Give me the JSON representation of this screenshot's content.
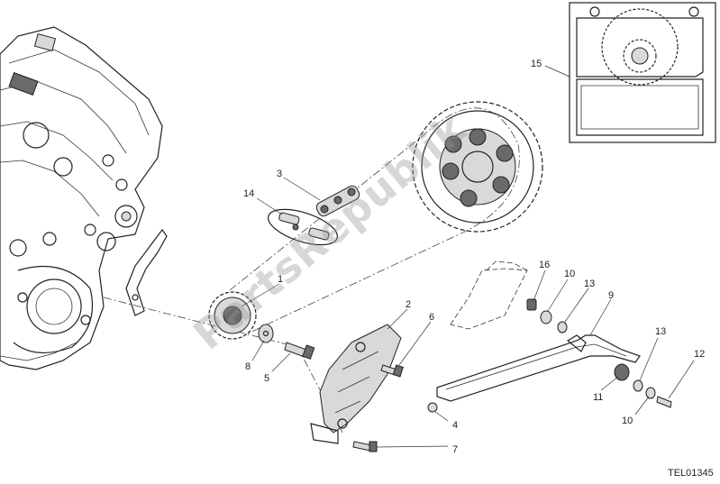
{
  "diagram": {
    "drawing_code": "TEL01345",
    "watermark": "PartsRepublik",
    "callouts": [
      "15",
      "3",
      "14",
      "16",
      "10",
      "13",
      "9",
      "2",
      "6",
      "1",
      "8",
      "5",
      "4",
      "7",
      "11",
      "13",
      "12",
      "10"
    ]
  }
}
